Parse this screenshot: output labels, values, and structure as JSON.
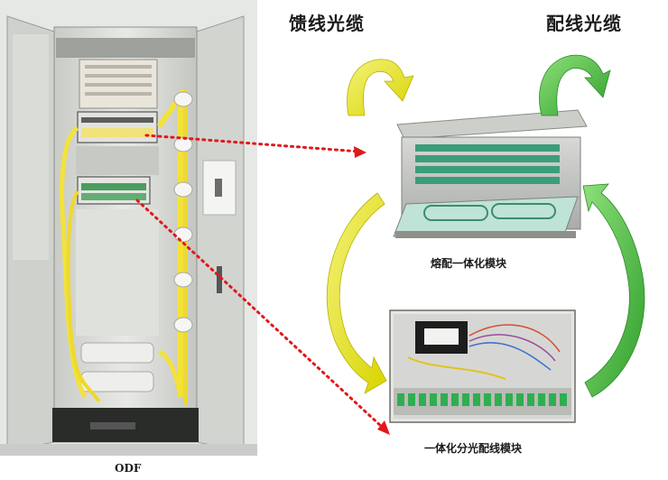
{
  "labels": {
    "feeder_cable": "馈线光缆",
    "distribution_cable": "配线光缆",
    "splice_module": "熔配一体化模块",
    "splitter_module": "一体化分光配线模块",
    "odf": "ODF"
  },
  "colors": {
    "arrow_yellow": "#e6e600",
    "arrow_green": "#3fb53a",
    "dotted_red": "#e0191b",
    "cabinet": "#d9dbd6",
    "fiber_yellow": "#f2e23a"
  }
}
